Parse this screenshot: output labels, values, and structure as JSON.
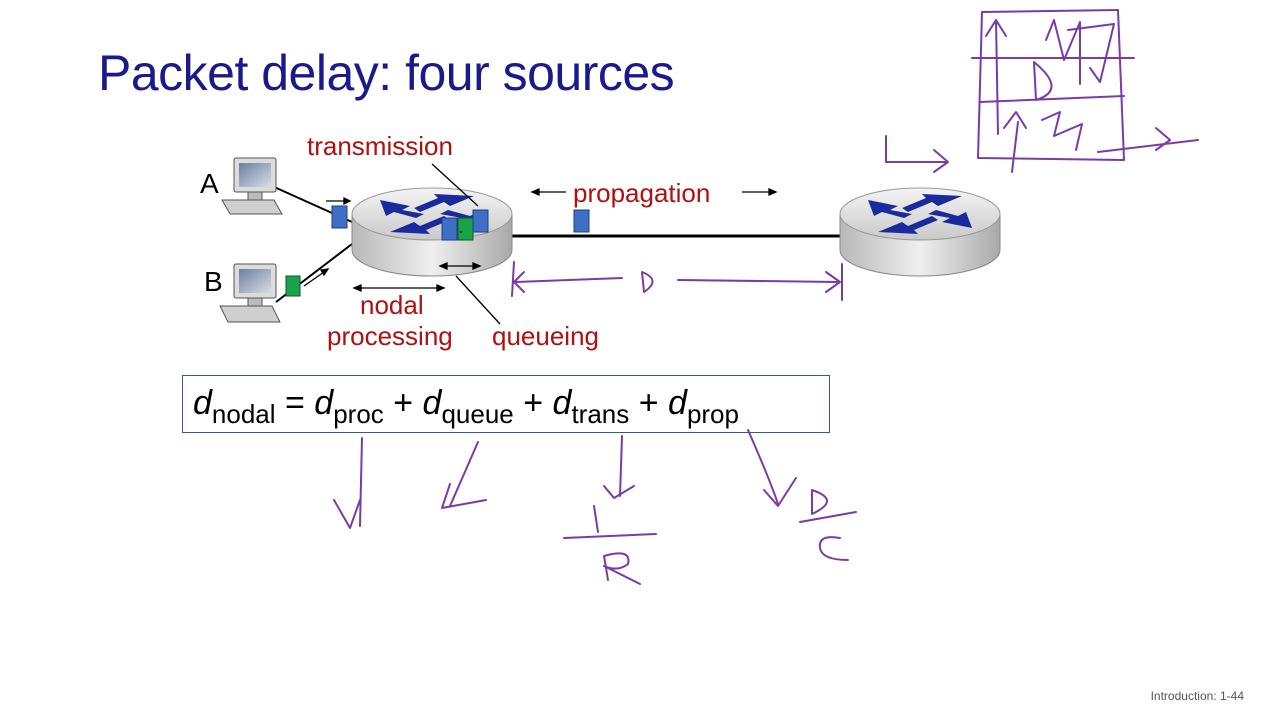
{
  "slide": {
    "title": "Packet delay: four sources",
    "footer": "Introduction: 1-44"
  },
  "hosts": {
    "a_label": "A",
    "b_label": "B"
  },
  "labels": {
    "transmission": "transmission",
    "propagation": "propagation",
    "nodal_line1": "nodal",
    "nodal_line2": "processing",
    "queueing": "queueing"
  },
  "formula": {
    "d": "d",
    "nodal_sub": "nodal",
    "eq": " = ",
    "proc_sub": "proc",
    "plus1": " + ",
    "queue_sub": "queue",
    "plus2": " + ",
    "trans_sub": "trans",
    "plus3": " +  ",
    "prop_sub": "prop"
  },
  "colors": {
    "title": "#1a1a8c",
    "label_red": "#b01010",
    "packet_blue": "#3f6fc4",
    "packet_green": "#1aa34a",
    "router_arrows": "#1a2a9c",
    "annotation_ink": "#7a3ba8"
  }
}
